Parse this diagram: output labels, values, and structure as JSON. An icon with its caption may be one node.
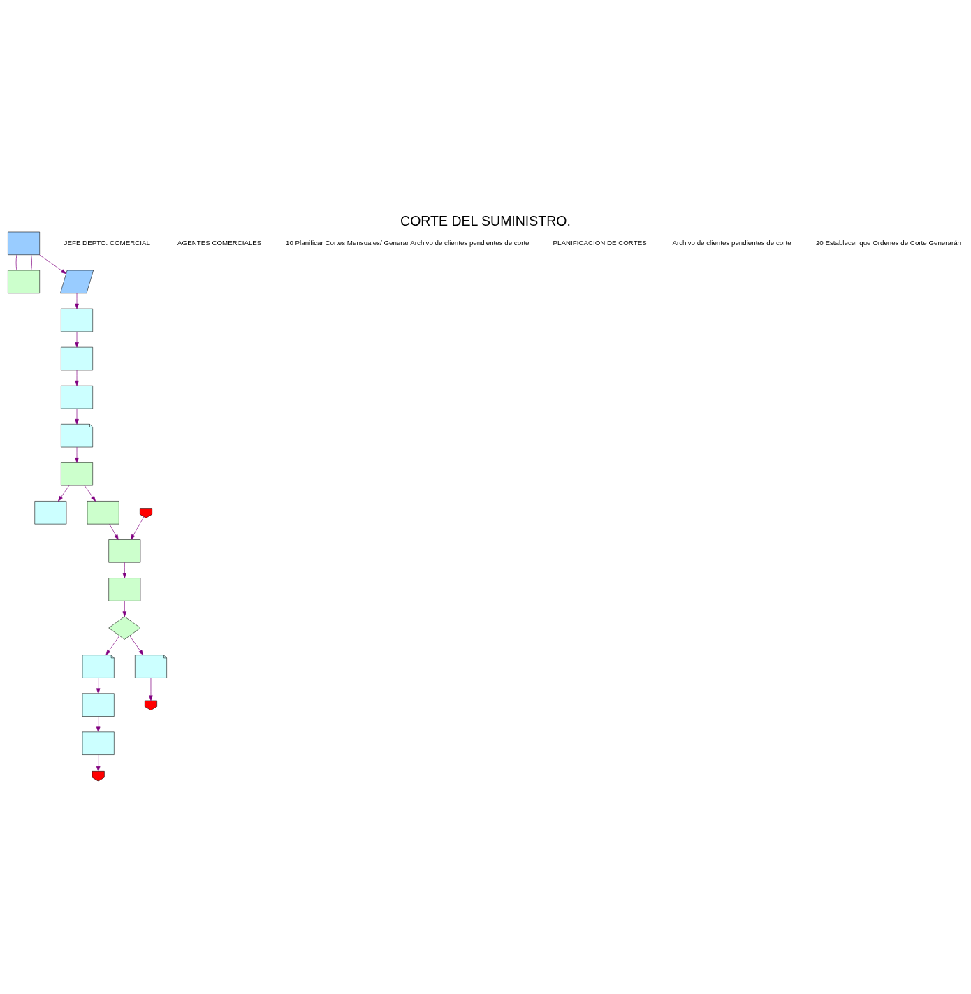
{
  "diagram": {
    "title": "CORTE DEL SUMINISTRO.",
    "nodes": [
      {
        "text": [],
        "shape": "box"
      },
      {
        "text": [],
        "shape": "box"
      },
      {
        "text": [],
        "shape": "parallelogram"
      },
      {
        "text": [],
        "shape": "box"
      },
      {
        "text": [],
        "shape": "box"
      },
      {
        "text": [],
        "shape": "box"
      },
      {
        "text": [],
        "shape": "document"
      },
      {
        "text": [],
        "shape": "box"
      },
      {
        "text": [],
        "shape": "box"
      },
      {
        "text": [],
        "shape": "box"
      },
      {
        "text": [],
        "shape": "box"
      },
      {
        "text": [],
        "shape": "pentagon"
      },
      {
        "text": [],
        "shape": "box"
      },
      {
        "text": [],
        "shape": "diamond"
      },
      {
        "text": [],
        "shape": "document"
      },
      {
        "text": [],
        "shape": "box"
      },
      {
        "text": [],
        "shape": "box"
      },
      {
        "text": [],
        "shape": "pentagon"
      },
      {
        "text": [],
        "shape": "document"
      },
      {
        "text": [],
        "shape": "pentagon"
      }
    ],
    "edges": [
      {
        "from": 0,
        "to": 1,
        "arrow": "none"
      },
      {
        "from": 0,
        "to": 1,
        "arrow": "none"
      },
      {
        "from": 0,
        "to": 2,
        "arrow": "to"
      },
      {
        "from": 2,
        "to": 3,
        "arrow": "to"
      },
      {
        "from": 3,
        "to": 4,
        "arrow": "to"
      },
      {
        "from": 4,
        "to": 5,
        "arrow": "to"
      },
      {
        "from": 5,
        "to": 6,
        "arrow": "to"
      },
      {
        "from": 6,
        "to": 7,
        "arrow": "to"
      },
      {
        "from": 7,
        "to": 8,
        "arrow": "to"
      },
      {
        "from": 7,
        "to": 9,
        "arrow": "to"
      },
      {
        "from": 9,
        "to": 10,
        "arrow": "to"
      },
      {
        "from": 11,
        "to": 10,
        "arrow": "to"
      },
      {
        "from": 10,
        "to": 12,
        "arrow": "to"
      },
      {
        "from": 12,
        "to": 13,
        "arrow": "to"
      },
      {
        "from": 13,
        "to": 14,
        "arrow": "to"
      },
      {
        "from": 14,
        "to": 15,
        "arrow": "to"
      },
      {
        "from": 15,
        "to": 16,
        "arrow": "to"
      },
      {
        "from": 16,
        "to": 17,
        "arrow": "to"
      },
      {
        "from": 13,
        "to": 18,
        "arrow": "to"
      },
      {
        "from": 18,
        "to": 19,
        "arrow": "to"
      }
    ],
    "labels": [
      "JEFE DEPTO. COMERCIAL",
      "AGENTES COMERCIALES",
      "10 Planificar Cortes Mensuales/ Generar Archivo de clientes pendientes de corte",
      "PLANIFICACIÓN DE CORTES",
      "Archivo de clientes pendientes de corte",
      "20 Establecer que Ordenes de Corte Generarán"
    ]
  }
}
